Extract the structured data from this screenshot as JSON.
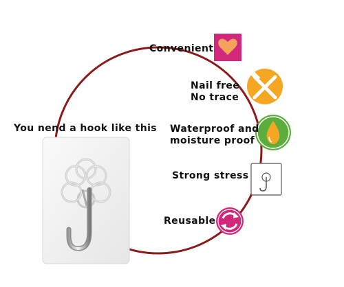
{
  "headline": "You nend a hook like this",
  "features": [
    {
      "icon": "heart-icon",
      "lines": [
        "Convenient"
      ],
      "color": "#d1287b"
    },
    {
      "icon": "no-hammer-icon",
      "lines": [
        "Nail free",
        "No trace"
      ],
      "color": "#f5a623"
    },
    {
      "icon": "water-drop-icon",
      "lines": [
        "Waterproof and",
        "moisture proof"
      ],
      "color": "#5cae3c"
    },
    {
      "icon": "hook-icon",
      "lines": [
        "Strong stress"
      ],
      "color": "#555555"
    },
    {
      "icon": "recycle-icon",
      "lines": [
        "Reusable"
      ],
      "color": "#d1287b"
    }
  ],
  "colors": {
    "circle": "#8b1a1a",
    "pink": "#d1287b",
    "orange": "#f5a623",
    "green": "#5cae3c"
  }
}
